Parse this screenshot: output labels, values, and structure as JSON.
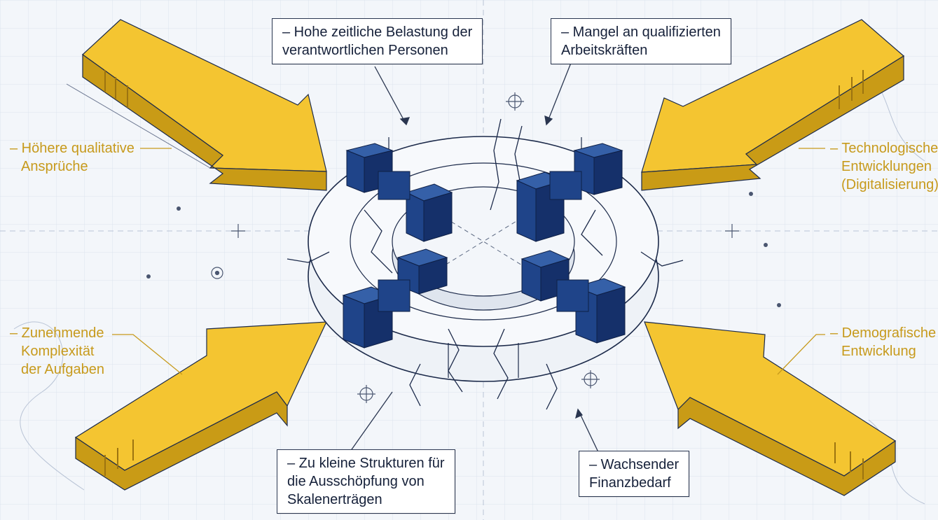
{
  "colors": {
    "arrow_top": "#f4c531",
    "arrow_side": "#c99b16",
    "arrow_dark": "#9c7410",
    "block_front": "#1f4489",
    "block_top": "#3560a8",
    "block_side": "#15306a",
    "line": "#1c2a4a",
    "label_gold": "#c79a1c",
    "background": "#f3f6fa"
  },
  "labels": {
    "top_center": [
      "– Hohe zeitliche Belastung der",
      "verantwortlichen Personen"
    ],
    "top_right": [
      "– Mangel an qualifizierten",
      "Arbeitskräften"
    ],
    "bottom_center": [
      "– Zu kleine Strukturen für",
      "die Ausschöpfung von",
      "Skalenerträgen"
    ],
    "bottom_right": [
      "– Wachsender",
      "Finanzbedarf"
    ],
    "left_top": [
      "– Höhere qualitative",
      "Ansprüche"
    ],
    "left_bottom": [
      "– Zunehmende",
      "Komplexität",
      "der Aufgaben"
    ],
    "right_top": [
      "– Technologische",
      "Entwicklungen",
      "(Digitalisierung)"
    ],
    "right_bottom": [
      "– Demografische",
      "Entwicklung"
    ]
  },
  "icons": {
    "arrows": "isometric-arrow-icon",
    "center": "cracked-ring-structure"
  }
}
